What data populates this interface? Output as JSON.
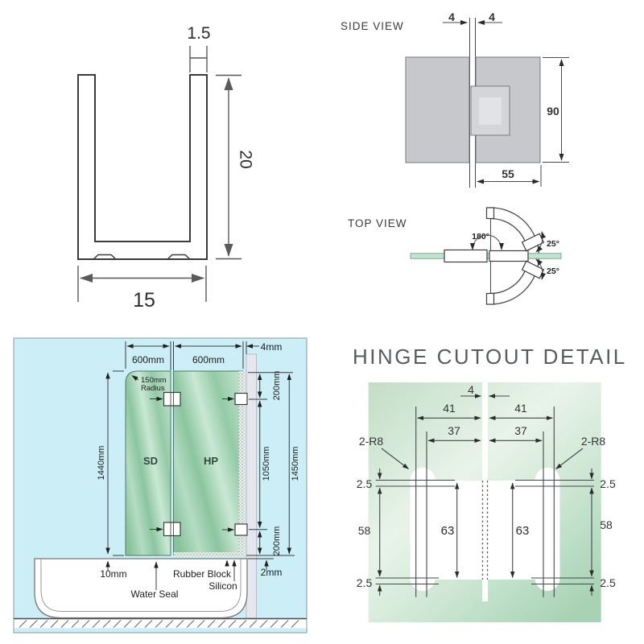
{
  "uchannel": {
    "width_top": "1.5",
    "height": "20",
    "width_bottom": "15"
  },
  "side_view": {
    "title": "SIDE VIEW",
    "gap_left": "4",
    "gap_right": "4",
    "height": "90",
    "depth": "55"
  },
  "top_view": {
    "title": "TOP VIEW",
    "swing": "180°",
    "angle_top": "25°",
    "angle_bottom": "25°"
  },
  "installation": {
    "panel1_width": "600mm",
    "panel2_width": "600mm",
    "wall_gap": "4mm",
    "corner_radius_line1": "150mm",
    "corner_radius_line2": "Radius",
    "panel_height": "1440mm",
    "hinge_top_offset": "200mm",
    "hinge_spacing": "1050mm",
    "total_height": "1450mm",
    "hinge_bottom_offset": "200mm",
    "panel_left_label": "SD",
    "panel_right_label": "HP",
    "tub_overlap": "10mm",
    "water_seal": "Water Seal",
    "rubber_block": "Rubber Block",
    "silicon": "Silicon",
    "silicon_gap": "2mm"
  },
  "hinge_cutout": {
    "title": "HINGE CUTOUT DETAIL",
    "gap": "4",
    "offset_outer_left": "41",
    "offset_outer_right": "41",
    "offset_inner_left": "37",
    "offset_inner_right": "37",
    "radius_left": "2-R8",
    "radius_right": "2-R8",
    "edge_top_left": "2.5",
    "edge_top_right": "2.5",
    "edge_bottom_left": "2.5",
    "edge_bottom_right": "2.5",
    "slot_left": "58",
    "slot_right": "58",
    "cutout_left": "63",
    "cutout_right": "63"
  },
  "colors": {
    "glass_green": "#8fc7a2",
    "background_blue": "#cbeef7",
    "metal_gray": "#c7c8cc",
    "cutout_green": "#cfe5d4",
    "line": "#3d3f42"
  }
}
